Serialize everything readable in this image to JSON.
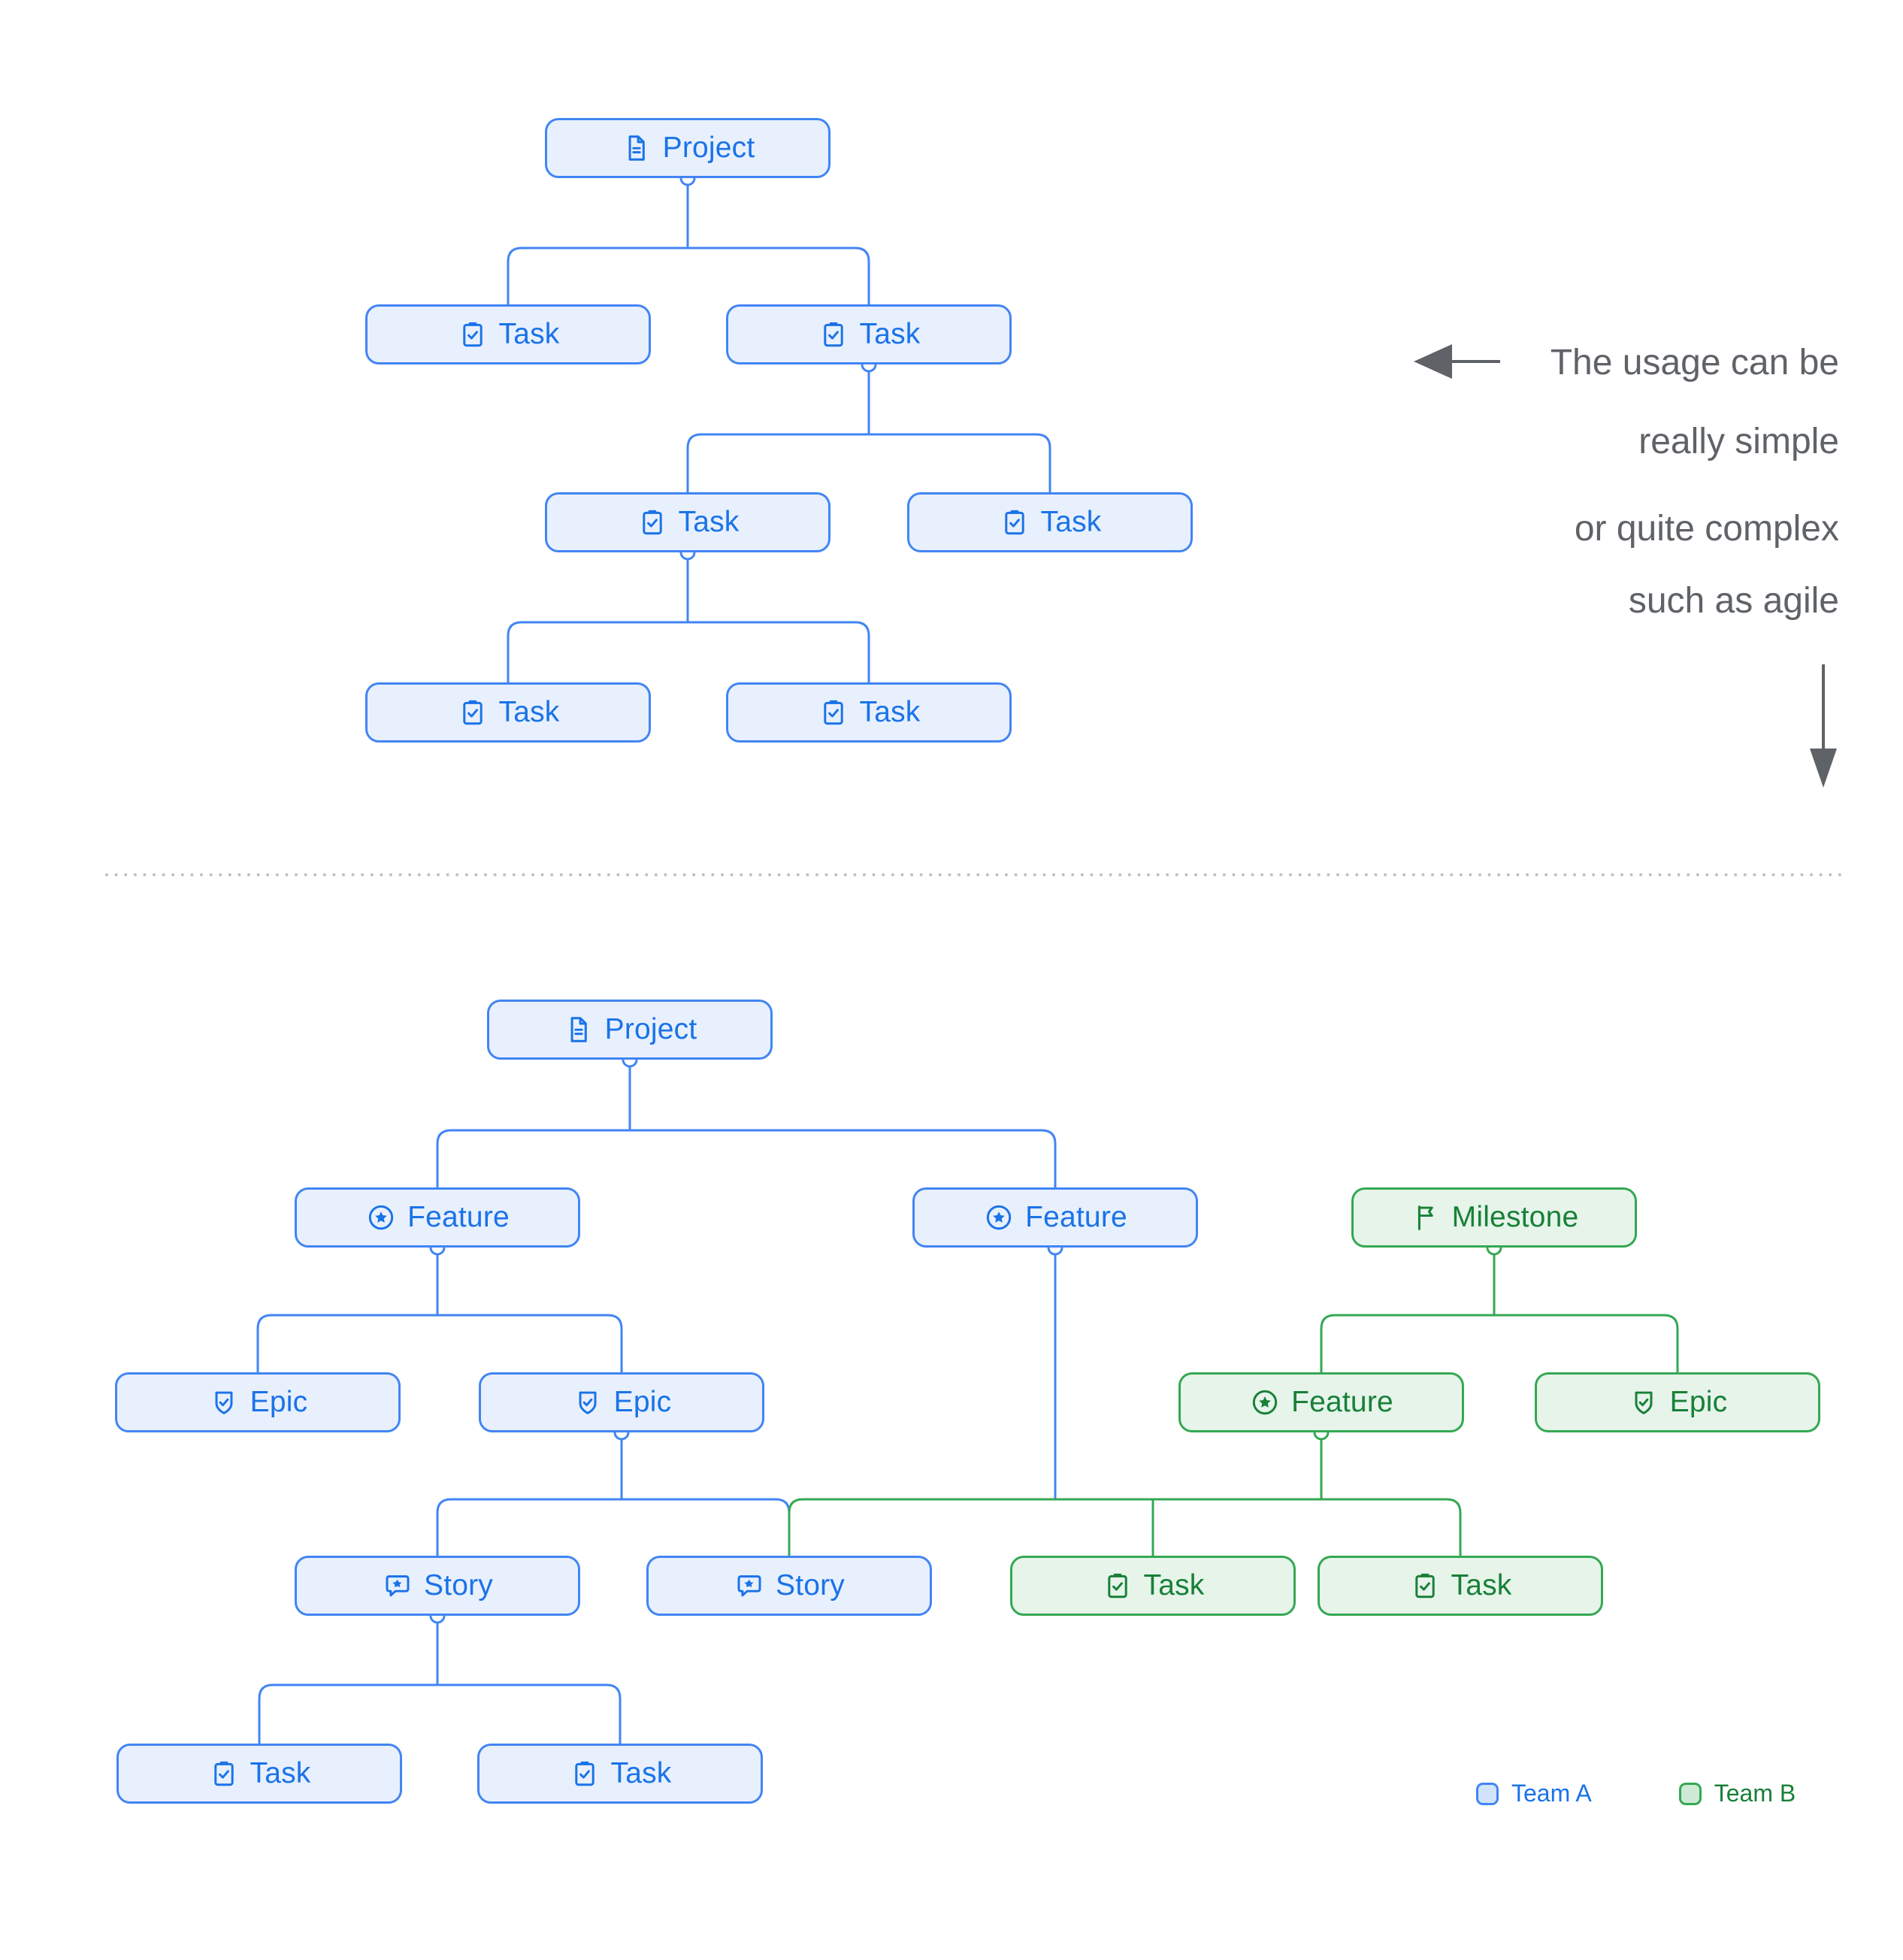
{
  "annotation": {
    "lines": [
      "The usage can be",
      "really simple",
      "or quite complex",
      "such as agile"
    ]
  },
  "simple_tree": {
    "title": "simple usage tree",
    "nodes": [
      {
        "id": "p1",
        "label": "Project",
        "icon": "document",
        "team": "A"
      },
      {
        "id": "t1",
        "label": "Task",
        "icon": "task",
        "team": "A"
      },
      {
        "id": "t2",
        "label": "Task",
        "icon": "task",
        "team": "A"
      },
      {
        "id": "t3",
        "label": "Task",
        "icon": "task",
        "team": "A"
      },
      {
        "id": "t4",
        "label": "Task",
        "icon": "task",
        "team": "A"
      },
      {
        "id": "t5",
        "label": "Task",
        "icon": "task",
        "team": "A"
      },
      {
        "id": "t6",
        "label": "Task",
        "icon": "task",
        "team": "A"
      }
    ]
  },
  "complex_tree": {
    "title": "complex agile usage tree",
    "nodes": [
      {
        "id": "p2",
        "label": "Project",
        "icon": "document",
        "team": "A"
      },
      {
        "id": "f1",
        "label": "Feature",
        "icon": "feature",
        "team": "A"
      },
      {
        "id": "f2",
        "label": "Feature",
        "icon": "feature",
        "team": "A"
      },
      {
        "id": "m1",
        "label": "Milestone",
        "icon": "milestone",
        "team": "B"
      },
      {
        "id": "e1",
        "label": "Epic",
        "icon": "epic",
        "team": "A"
      },
      {
        "id": "e2",
        "label": "Epic",
        "icon": "epic",
        "team": "A"
      },
      {
        "id": "gf1",
        "label": "Feature",
        "icon": "feature",
        "team": "B"
      },
      {
        "id": "ge1",
        "label": "Epic",
        "icon": "epic",
        "team": "B"
      },
      {
        "id": "s1",
        "label": "Story",
        "icon": "story",
        "team": "A"
      },
      {
        "id": "s2",
        "label": "Story",
        "icon": "story",
        "team": "A"
      },
      {
        "id": "gt1",
        "label": "Task",
        "icon": "task",
        "team": "B"
      },
      {
        "id": "gt2",
        "label": "Task",
        "icon": "task",
        "team": "B"
      },
      {
        "id": "t7",
        "label": "Task",
        "icon": "task",
        "team": "A"
      },
      {
        "id": "t8",
        "label": "Task",
        "icon": "task",
        "team": "A"
      }
    ]
  },
  "legend": {
    "items": [
      {
        "label": "Team A",
        "team": "A"
      },
      {
        "label": "Team B",
        "team": "B"
      }
    ]
  },
  "colors": {
    "team_a_border": "#4285f4",
    "team_a_fill": "#e8f0fe",
    "team_a_text": "#1a73e8",
    "team_b_border": "#34a853",
    "team_b_fill": "#e6f4ea",
    "team_b_text": "#188038",
    "annotation_text": "#5f6368",
    "arrow": "#5f6368",
    "divider_dots": "#bdc1c6"
  }
}
